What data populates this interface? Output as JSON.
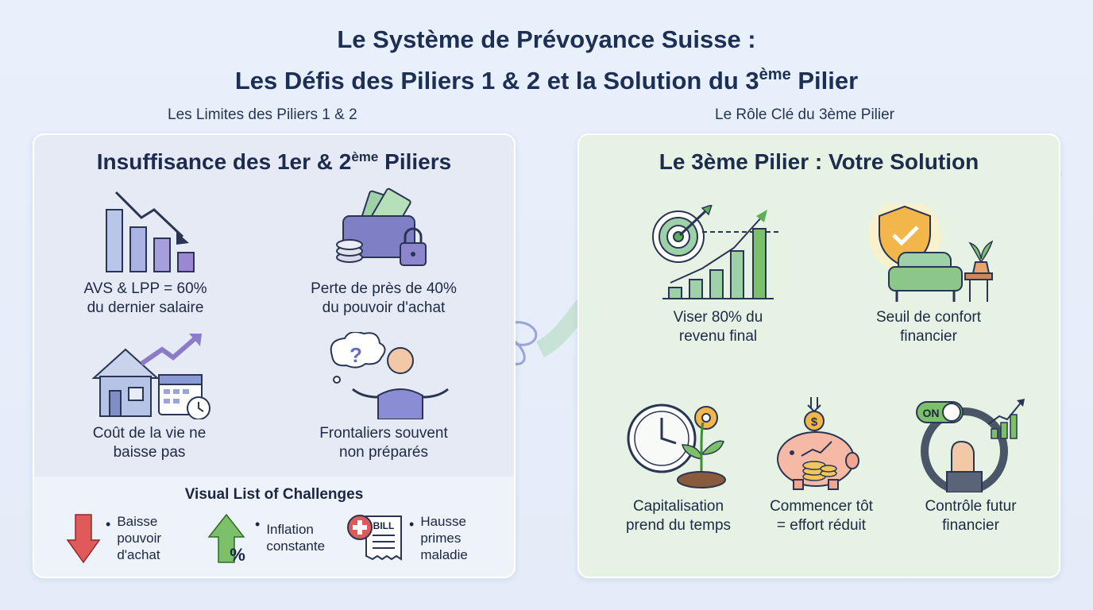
{
  "title": {
    "line1": "Le Système de Prévoyance Suisse :",
    "line2_main": "Les Défis des Piliers 1 & 2 et la Solution du 3",
    "line2_sup": "ème",
    "line2_end": " Pilier"
  },
  "left_label": "Les Limites des Piliers 1 & 2",
  "right_label": "Le Rôle Clé du 3ème Pilier",
  "left_panel": {
    "title_main": "Insuffisance des 1er & 2",
    "title_sup": "ème",
    "title_end": " Piliers",
    "items": [
      {
        "line1": "AVS & LPP = 60%",
        "line2": "du dernier salaire",
        "icon": "declining-bar-chart-icon"
      },
      {
        "line1": "Perte de près de 40%",
        "line2": "du pouvoir d'achat",
        "icon": "locked-wallet-icon"
      },
      {
        "line1": "Coût de la vie ne",
        "line2": "baisse pas",
        "icon": "house-rising-cost-icon"
      },
      {
        "line1": "Frontaliers souvent",
        "line2": "non préparés",
        "icon": "confused-person-icon"
      }
    ],
    "challenges": {
      "title": "Visual List of Challenges",
      "items": [
        {
          "lines": [
            "Baisse",
            "pouvoir",
            "d'achat"
          ],
          "icon": "down-arrow-icon"
        },
        {
          "lines": [
            "Inflation",
            "constante"
          ],
          "icon": "inflation-up-arrow-icon"
        },
        {
          "lines": [
            "Hausse",
            "primes",
            "maladie"
          ],
          "icon": "medical-bill-icon",
          "bill_label": "BILL"
        }
      ]
    }
  },
  "right_panel": {
    "title": "Le 3ème Pilier : Votre Solution",
    "items": [
      {
        "line1": "Viser 80% du",
        "line2": "revenu final",
        "icon": "target-growth-chart-icon"
      },
      {
        "line1": "Seuil de confort",
        "line2": "financier",
        "icon": "shield-armchair-icon"
      },
      {
        "line1": "Capitalisation",
        "line2": "prend du temps",
        "icon": "clock-plant-icon"
      },
      {
        "line1": "Commencer tôt",
        "line2": "= effort réduit",
        "icon": "piggy-bank-icon"
      },
      {
        "line1": "Contrôle futur",
        "line2": "financier",
        "icon": "steering-wheel-icon",
        "toggle_label": "ON"
      }
    ]
  },
  "colors": {
    "left_panel_bg": "#e6eaf5",
    "right_panel_bg": "#e5f2e4",
    "title_color": "#1e2f55",
    "accent_green": "#7cc06a",
    "accent_purple": "#8a8fd0",
    "accent_red": "#e05a5a"
  }
}
